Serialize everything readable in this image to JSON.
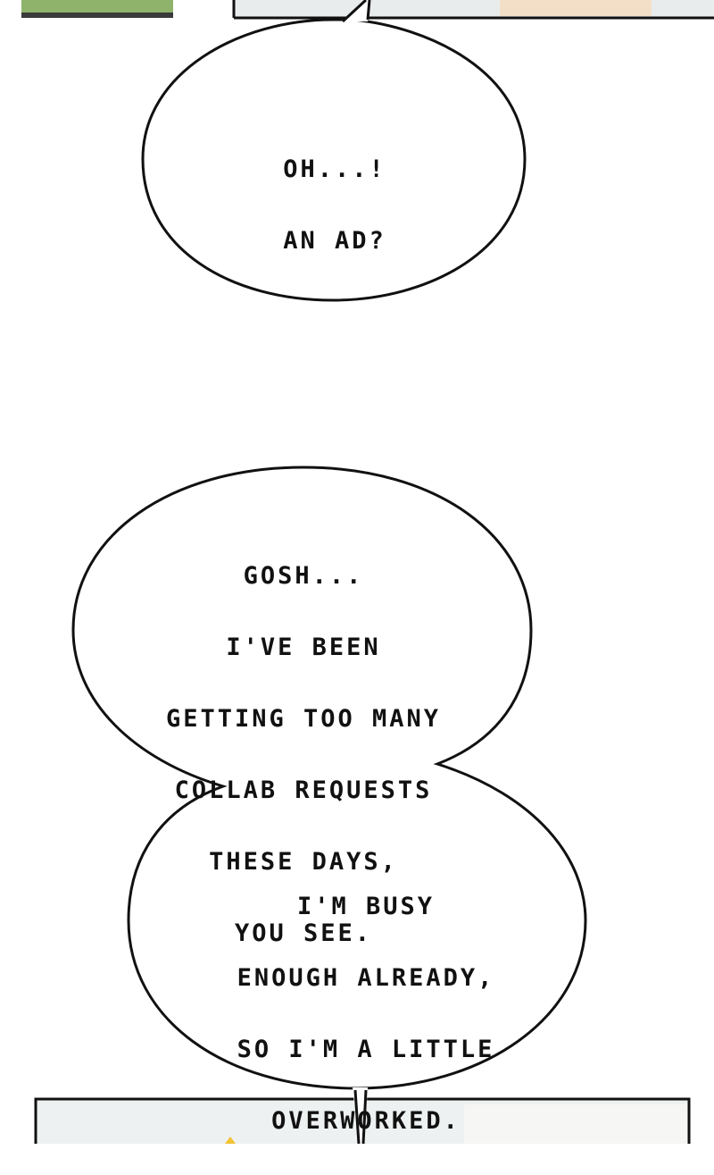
{
  "bubble_1": {
    "lines": [
      "OH...!",
      "AN AD?"
    ]
  },
  "bubble_2": {
    "lines": [
      "GOSH...",
      "I'VE BEEN",
      "GETTING TOO MANY",
      "COLLAB REQUESTS",
      "THESE DAYS,",
      "YOU SEE."
    ]
  },
  "bubble_3": {
    "lines": [
      "I'M BUSY",
      "ENOUGH ALREADY,",
      "SO I'M A LITTLE",
      "OVERWORKED."
    ]
  },
  "colors": {
    "ink": "#111111",
    "paper": "#ffffff",
    "panel_gray": "#e9ecec",
    "panel_green": "#8fb36a",
    "panel_skin": "#f3dfc8",
    "panel_dark": "#3a3a3a"
  }
}
